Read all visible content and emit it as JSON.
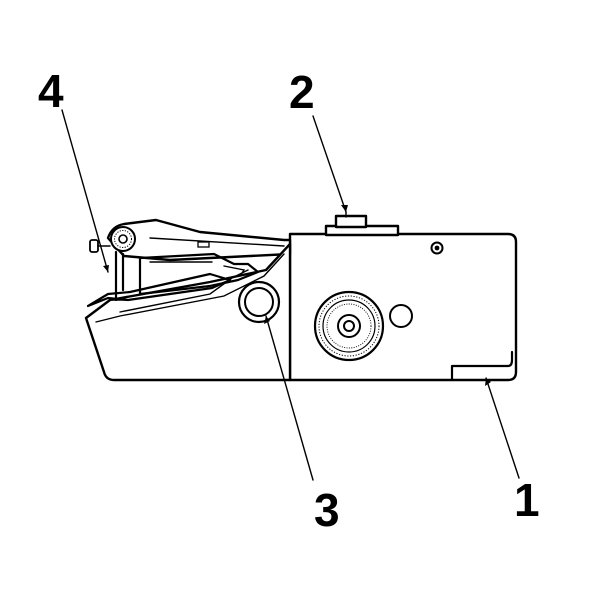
{
  "figure": {
    "callouts": [
      {
        "id": "1",
        "label": "1"
      },
      {
        "id": "2",
        "label": "2"
      },
      {
        "id": "3",
        "label": "3"
      },
      {
        "id": "4",
        "label": "4"
      }
    ]
  },
  "colors": {
    "line": "#000000",
    "background": "#ffffff"
  }
}
